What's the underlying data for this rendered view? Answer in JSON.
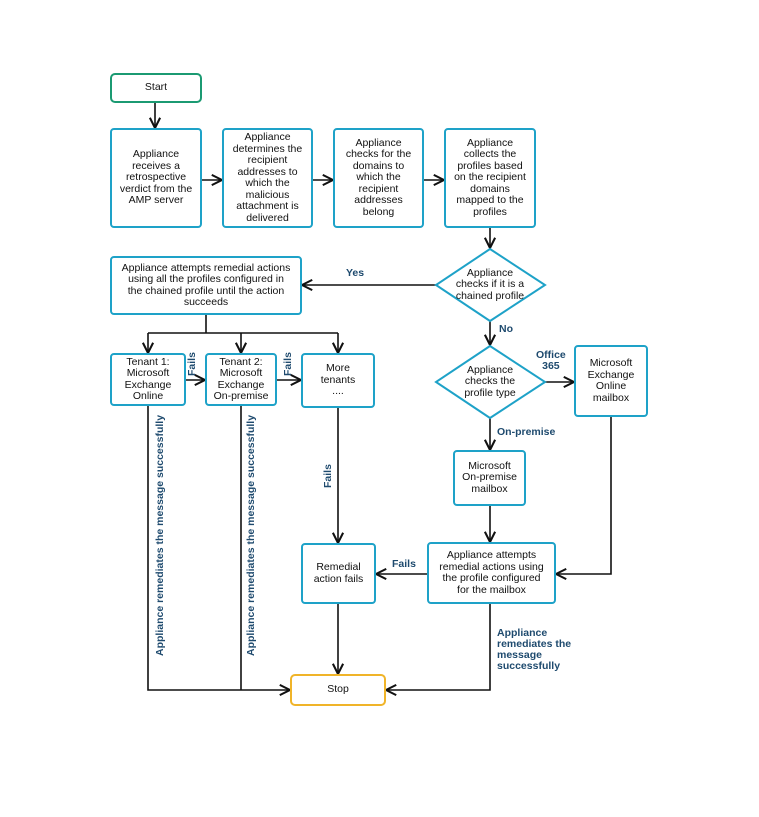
{
  "nodes": {
    "start": "Start",
    "retro": "Appliance\nreceives a\nretrospective\nverdict from the\nAMP server",
    "determine": "Appliance\ndetermines the\nrecipient\naddresses to\nwhich the\nmalicious\nattachment is\ndelivered",
    "domains": "Appliance\nchecks for the\ndomains to\nwhich the\nrecipient\naddresses\nbelong",
    "collect": "Appliance\ncollects the\nprofiles based\non the recipient\ndomains\nmapped to the\nprofiles",
    "chained_check": "Appliance\nchecks if it is a\nchained profile",
    "chained_action": "Appliance attempts remedial actions\nusing all the profiles configured in\nthe chained profile until the action\nsucceeds",
    "tenant1": "Tenant 1:\nMicrosoft\nExchange\nOnline",
    "tenant2": "Tenant 2:\nMicrosoft\nExchange\nOn-premise",
    "more_tenants": "More\ntenants\n....",
    "profile_type": "Appliance\nchecks the\nprofile type",
    "exchange_online": "Microsoft\nExchange\nOnline\nmailbox",
    "onprem_mailbox": "Microsoft\nOn-premise\nmailbox",
    "remedial_fails": "Remedial\naction fails",
    "mailbox_action": "Appliance attempts\nremedial actions using\nthe profile configured\nfor the mailbox",
    "stop": "Stop"
  },
  "labels": {
    "yes": "Yes",
    "no": "No",
    "office365": "Office\n365",
    "onpremise": "On-premise",
    "fails_t1": "Fails",
    "fails_t2": "Fails",
    "fails_more": "Fails",
    "fails_mailbox": "Fails",
    "remediates_t1": "Appliance remediates the message successfully",
    "remediates_t2": "Appliance remediates the message successfully",
    "remediates_mailbox": "Appliance\nremediates the\nmessage\nsuccessfully"
  },
  "colors": {
    "process_border": "#1ea2c8",
    "start_border": "#1b9a72",
    "stop_border": "#f0b429",
    "label_text": "#1e4a6e",
    "connector": "#111111"
  }
}
